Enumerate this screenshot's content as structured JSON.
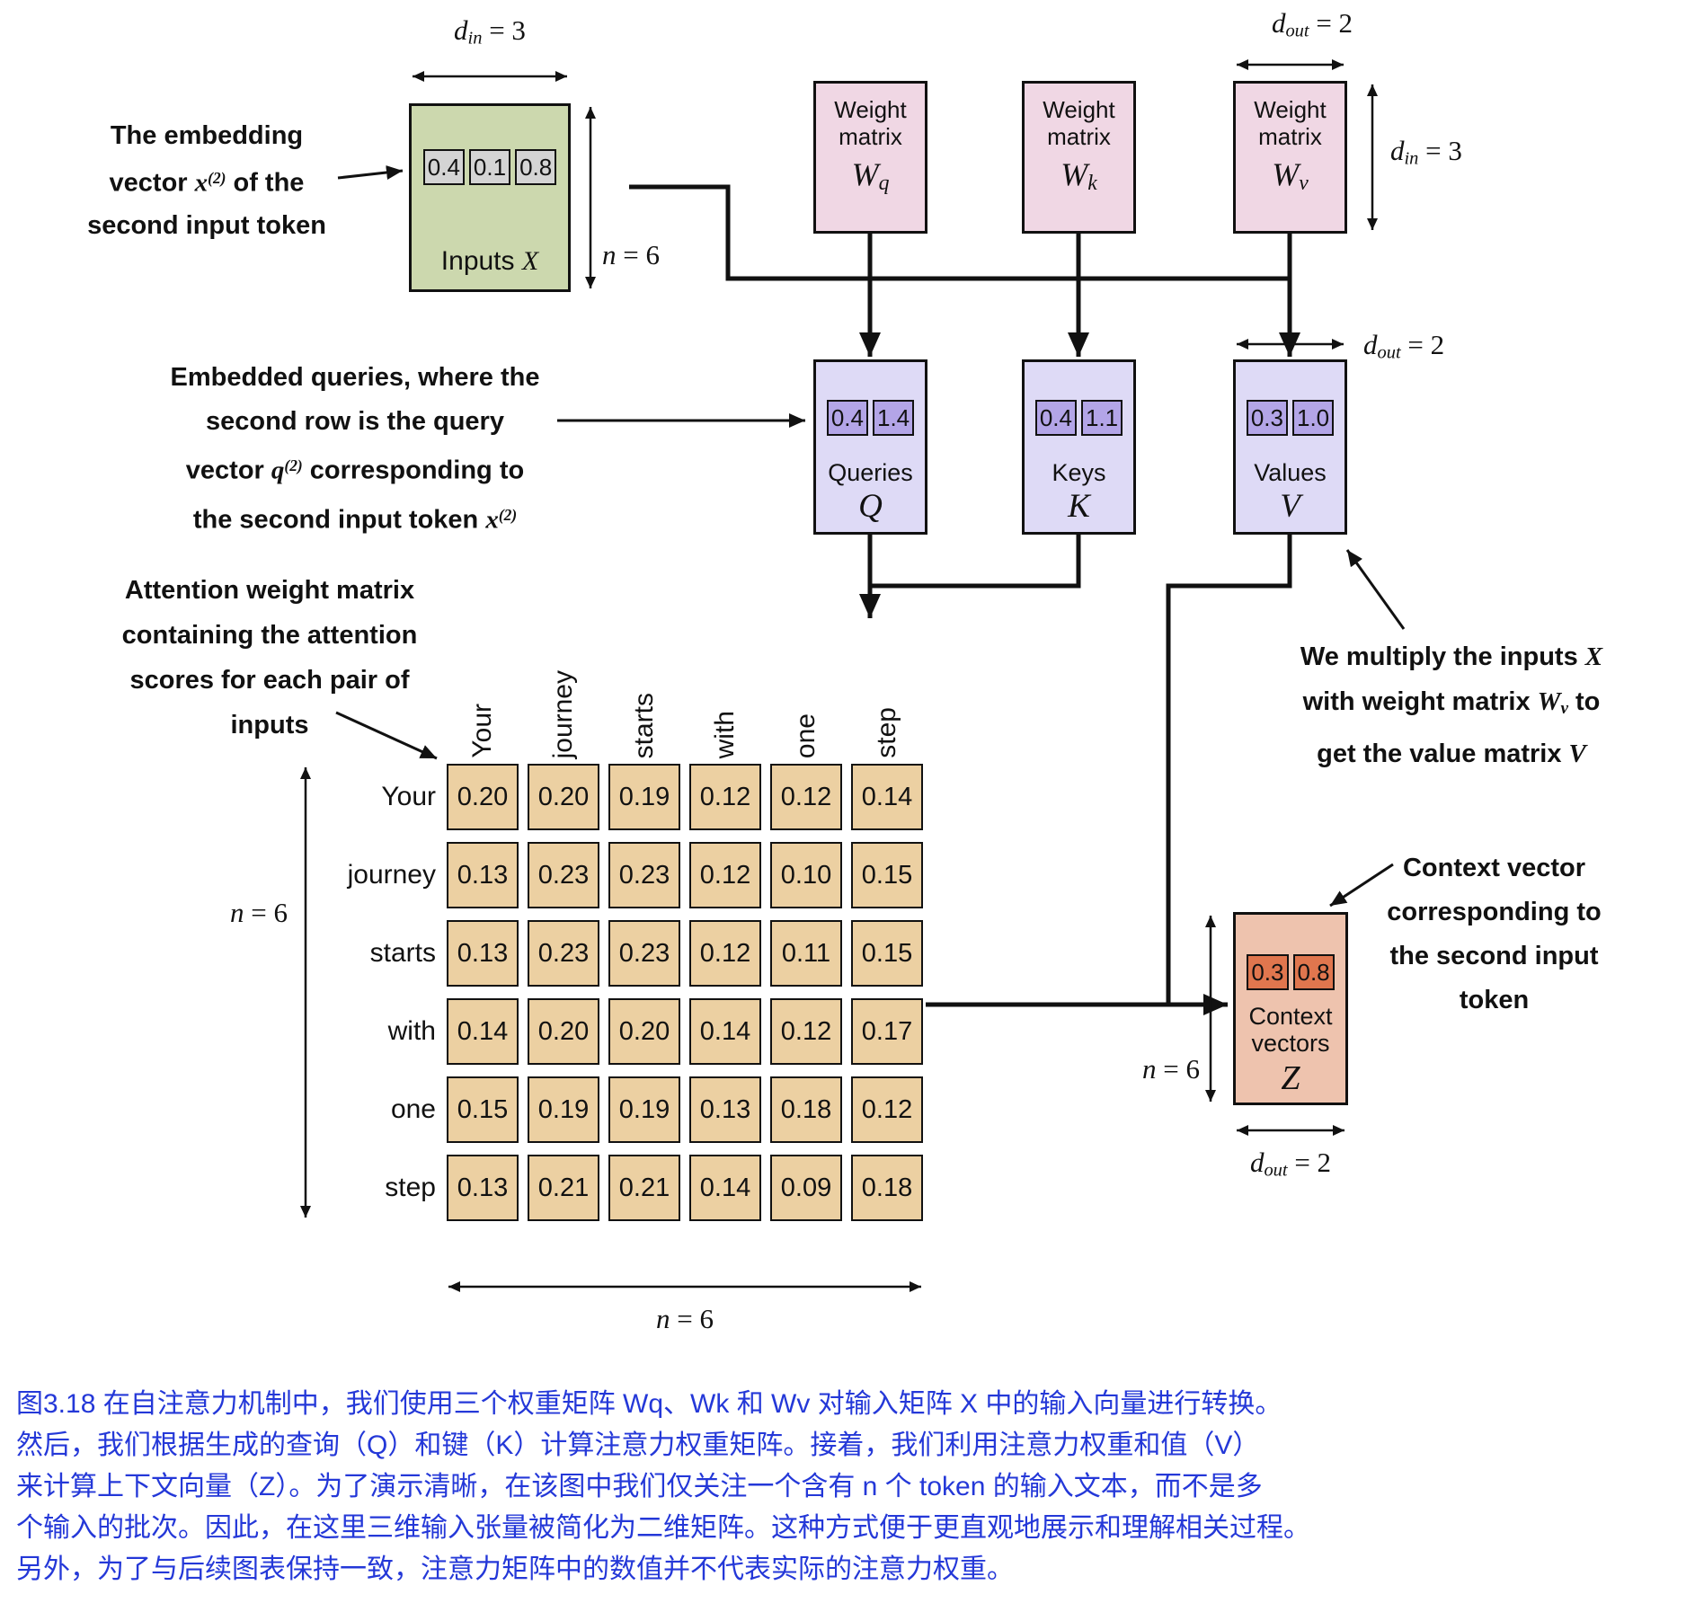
{
  "dims": {
    "d_in": [
      {
        "m": "d"
      },
      {
        "sub": "in"
      },
      {
        "t": " = 3"
      }
    ],
    "d_out": [
      {
        "m": "d"
      },
      {
        "sub": "out"
      },
      {
        "t": " = 2"
      }
    ],
    "n6": [
      {
        "m": "n"
      },
      {
        "t": " = 6"
      }
    ]
  },
  "inputs_x": {
    "cells": [
      "0.4",
      "0.1",
      "0.8"
    ],
    "label": [
      {
        "t": "Inputs "
      },
      {
        "m": "X"
      }
    ]
  },
  "weights": [
    {
      "line1": "Weight",
      "line2": "matrix",
      "sym": [
        {
          "m": "W"
        },
        {
          "sub": "q"
        }
      ]
    },
    {
      "line1": "Weight",
      "line2": "matrix",
      "sym": [
        {
          "m": "W"
        },
        {
          "sub": "k"
        }
      ]
    },
    {
      "line1": "Weight",
      "line2": "matrix",
      "sym": [
        {
          "m": "W"
        },
        {
          "sub": "v"
        }
      ]
    }
  ],
  "qkv": [
    {
      "cells": [
        "0.4",
        "1.4"
      ],
      "label": "Queries",
      "sym": [
        {
          "m": "Q"
        }
      ]
    },
    {
      "cells": [
        "0.4",
        "1.1"
      ],
      "label": "Keys",
      "sym": [
        {
          "m": "K"
        }
      ]
    },
    {
      "cells": [
        "0.3",
        "1.0"
      ],
      "label": "Values",
      "sym": [
        {
          "m": "V"
        }
      ]
    }
  ],
  "context_z": {
    "cells": [
      "0.3",
      "0.8"
    ],
    "label1": "Context",
    "label2": "vectors",
    "sym": [
      {
        "m": "Z"
      }
    ]
  },
  "attention_matrix": {
    "col_headers": [
      "Your",
      "journey",
      "starts",
      "with",
      "one",
      "step"
    ],
    "row_headers": [
      "Your",
      "journey",
      "starts",
      "with",
      "one",
      "step"
    ],
    "values": [
      [
        "0.20",
        "0.20",
        "0.19",
        "0.12",
        "0.12",
        "0.14"
      ],
      [
        "0.13",
        "0.23",
        "0.23",
        "0.12",
        "0.10",
        "0.15"
      ],
      [
        "0.13",
        "0.23",
        "0.23",
        "0.12",
        "0.11",
        "0.15"
      ],
      [
        "0.14",
        "0.20",
        "0.20",
        "0.14",
        "0.12",
        "0.17"
      ],
      [
        "0.15",
        "0.19",
        "0.19",
        "0.13",
        "0.18",
        "0.12"
      ],
      [
        "0.13",
        "0.21",
        "0.21",
        "0.14",
        "0.09",
        "0.18"
      ]
    ]
  },
  "annotations": {
    "embedding": {
      "lines": [
        [
          {
            "t": "The embedding"
          }
        ],
        [
          {
            "t": "vector "
          },
          {
            "m": "x"
          },
          {
            "sup": "(2)"
          },
          {
            "t": " of the"
          }
        ],
        [
          {
            "t": "second input token"
          }
        ]
      ]
    },
    "query": {
      "lines": [
        [
          {
            "t": "Embedded queries, where the"
          }
        ],
        [
          {
            "t": "second row is the query"
          }
        ],
        [
          {
            "t": "vector "
          },
          {
            "m": "q"
          },
          {
            "sup": "(2)"
          },
          {
            "t": " corresponding to"
          }
        ],
        [
          {
            "t": "the second input token "
          },
          {
            "m": "x"
          },
          {
            "sup": "(2)"
          }
        ]
      ]
    },
    "attention": {
      "lines": [
        [
          {
            "t": "Attention weight matrix"
          }
        ],
        [
          {
            "t": "containing the attention"
          }
        ],
        [
          {
            "t": "scores for each pair of"
          }
        ],
        [
          {
            "t": "inputs"
          }
        ]
      ]
    },
    "multiply": {
      "lines": [
        [
          {
            "t": "We multiply the inputs "
          },
          {
            "m": "X"
          }
        ],
        [
          {
            "t": "with weight matrix "
          },
          {
            "m": "W"
          },
          {
            "sub": "v"
          },
          {
            "t": " to"
          }
        ],
        [
          {
            "t": "get the value matrix "
          },
          {
            "m": "V"
          }
        ]
      ]
    },
    "context": {
      "lines": [
        [
          {
            "t": "Context vector"
          }
        ],
        [
          {
            "t": "corresponding to"
          }
        ],
        [
          {
            "t": "the second input"
          }
        ],
        [
          {
            "t": "token"
          }
        ]
      ]
    }
  },
  "caption": {
    "lines": [
      "图3.18 在自注意力机制中，我们使用三个权重矩阵 Wq、Wk 和 Wv 对输入矩阵 X 中的输入向量进行转换。",
      "然后，我们根据生成的查询（Q）和键（K）计算注意力权重矩阵。接着，我们利用注意力权重和值（V）",
      "来计算上下文向量（Z）。为了演示清晰，在该图中我们仅关注一个含有 n 个 token 的输入文本，而不是多",
      "个输入的批次。因此，在这里三维输入张量被简化为二维矩阵。这种方式便于更直观地展示和理解相关过程。",
      "另外，为了与后续图表保持一致，注意力矩阵中的数值并不代表实际的注意力权重。"
    ]
  },
  "colors": {
    "inputs-bg": "#ccd8ae",
    "inputs-cell-bg": "#d4d4d4",
    "weight-bg": "#f0d7e4",
    "qkv-bg": "#dedaf6",
    "qkv-cell-bg": "#b3a5e7",
    "attn-cell-bg": "#ecd0a2",
    "z-bg": "#eec3ae",
    "z-cell-bg": "#e0764e",
    "caption-color": "#2438d8",
    "line-color": "#111111"
  }
}
